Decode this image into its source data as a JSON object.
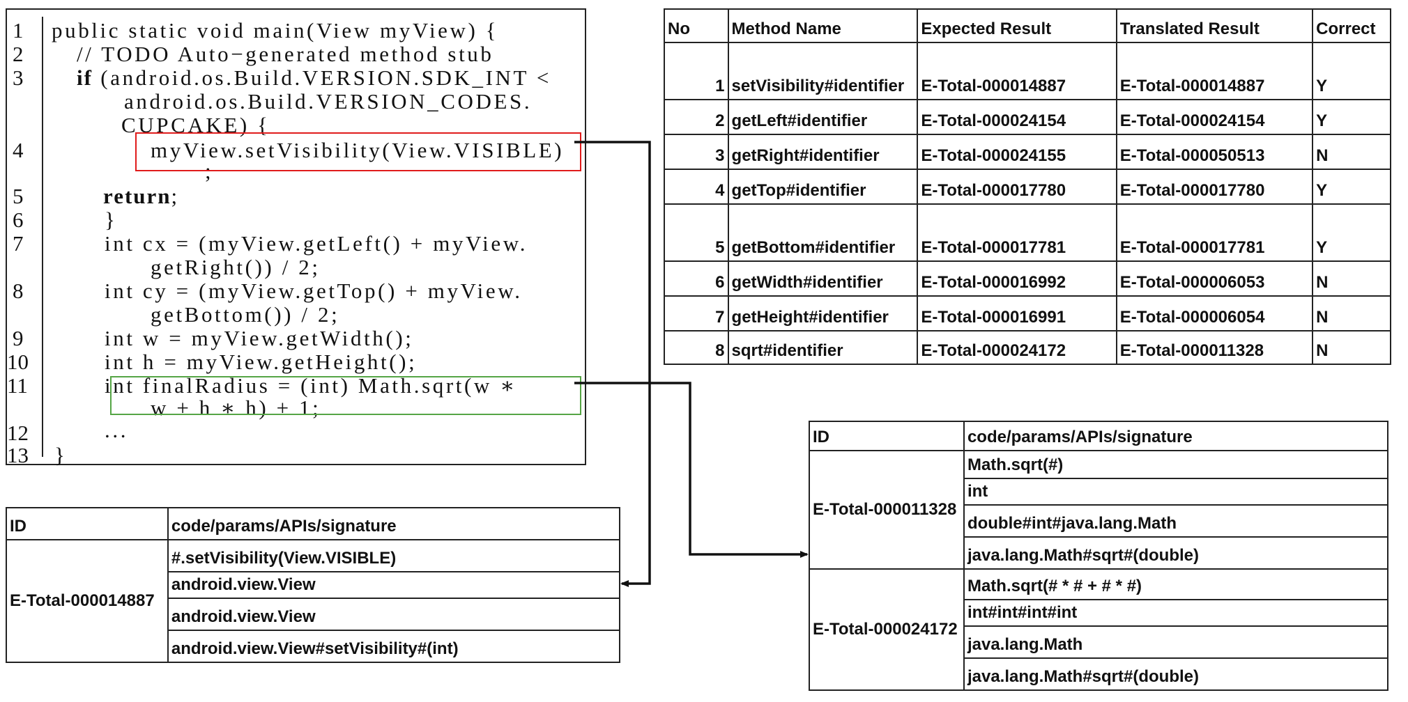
{
  "code": {
    "lines": [
      {
        "num": "1",
        "text": "public static void main(View myView) {"
      },
      {
        "num": "2",
        "text": "// TODO Auto−generated method stub"
      },
      {
        "num": "3",
        "kw": "if",
        "text": " (android.os.Build.VERSION.SDK_INT <"
      },
      {
        "num": "",
        "text": "android.os.Build.VERSION_CODES."
      },
      {
        "num": "",
        "text": "CUPCAKE) {"
      },
      {
        "num": "4",
        "text": "myView.setVisibility(View.VISIBLE)"
      },
      {
        "num": "",
        "text": ";"
      },
      {
        "num": "5",
        "kw": "return",
        "text": ";"
      },
      {
        "num": "6",
        "text": "}"
      },
      {
        "num": "7",
        "text": "int cx = (myView.getLeft() + myView."
      },
      {
        "num": "",
        "text": "getRight()) / 2;"
      },
      {
        "num": "8",
        "text": "int cy = (myView.getTop() + myView."
      },
      {
        "num": "",
        "text": "getBottom()) / 2;"
      },
      {
        "num": "9",
        "text": "int w = myView.getWidth();"
      },
      {
        "num": "10",
        "text": "int h = myView.getHeight();"
      },
      {
        "num": "11",
        "text": "int finalRadius = (int) Math.sqrt(w ∗"
      },
      {
        "num": "",
        "text": "w + h ∗ h) + 1;"
      },
      {
        "num": "12",
        "text": "..."
      },
      {
        "num": "13",
        "text": "}"
      }
    ]
  },
  "results": {
    "headers": [
      "No",
      "Method Name",
      "Expected Result",
      "Translated Result",
      "Correct"
    ],
    "rows": [
      [
        "1",
        "setVisibility#identifier",
        "E-Total-000014887",
        "E-Total-000014887",
        "Y"
      ],
      [
        "2",
        "getLeft#identifier",
        "E-Total-000024154",
        "E-Total-000024154",
        "Y"
      ],
      [
        "3",
        "getRight#identifier",
        "E-Total-000024155",
        "E-Total-000050513",
        "N"
      ],
      [
        "4",
        "getTop#identifier",
        "E-Total-000017780",
        "E-Total-000017780",
        "Y"
      ],
      [
        "5",
        "getBottom#identifier",
        "E-Total-000017781",
        "E-Total-000017781",
        "Y"
      ],
      [
        "6",
        "getWidth#identifier",
        "E-Total-000016992",
        "E-Total-000006053",
        "N"
      ],
      [
        "7",
        "getHeight#identifier",
        "E-Total-000016991",
        "E-Total-000006054",
        "N"
      ],
      [
        "8",
        "sqrt#identifier",
        "E-Total-000024172",
        "E-Total-000011328",
        "N"
      ]
    ]
  },
  "map_left": {
    "headers": [
      "ID",
      "code/params/APIs/signature"
    ],
    "groups": [
      {
        "id": "E-Total-000014887",
        "items": [
          "#.setVisibility(View.VISIBLE)",
          "android.view.View",
          "android.view.View",
          "android.view.View#setVisibility#(int)"
        ]
      }
    ]
  },
  "map_right": {
    "headers": [
      "ID",
      "code/params/APIs/signature"
    ],
    "groups": [
      {
        "id": "E-Total-000011328",
        "items": [
          "Math.sqrt(#)",
          "int",
          "double#int#java.lang.Math",
          "java.lang.Math#sqrt#(double)"
        ]
      },
      {
        "id": "E-Total-000024172",
        "items": [
          "Math.sqrt(# * # + # * #)",
          "int#int#int#int",
          "java.lang.Math",
          "java.lang.Math#sqrt#(double)"
        ]
      }
    ]
  },
  "colors": {
    "highlight_red": "#e01b1b",
    "highlight_green": "#55a545",
    "line": "#111111"
  }
}
